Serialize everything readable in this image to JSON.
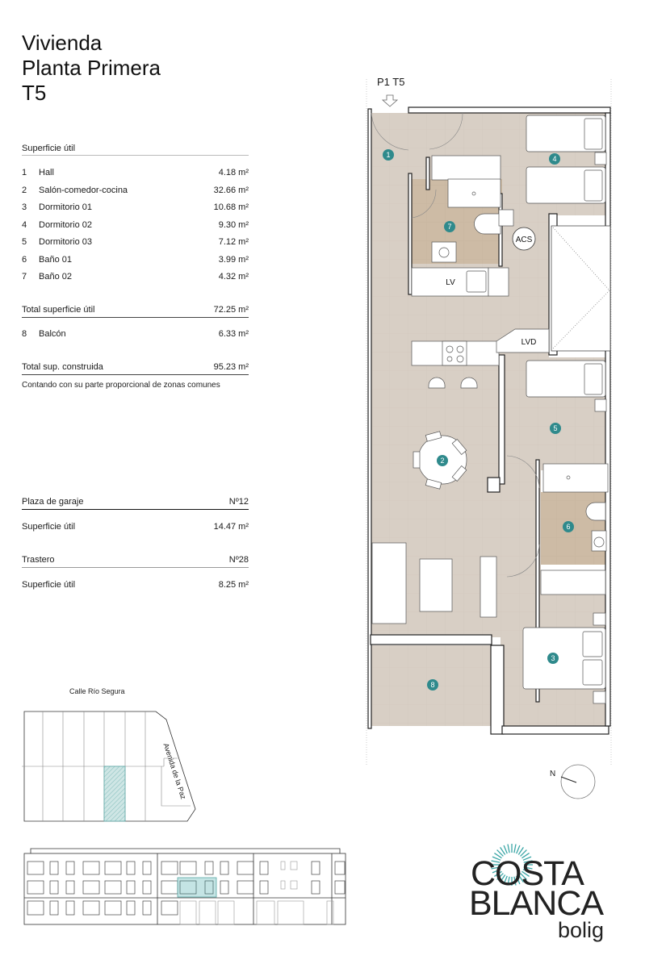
{
  "header": {
    "title_lines": [
      "Vivienda",
      "Planta Primera",
      "T5"
    ]
  },
  "surface": {
    "heading": "Superficie útil",
    "rooms": [
      {
        "num": "1",
        "label": "Hall",
        "value": "4.18 m²"
      },
      {
        "num": "2",
        "label": "Salón-comedor-cocina",
        "value": "32.66 m²"
      },
      {
        "num": "3",
        "label": "Dormitorio 01",
        "value": "10.68 m²"
      },
      {
        "num": "4",
        "label": "Dormitorio 02",
        "value": "9.30 m²"
      },
      {
        "num": "5",
        "label": "Dormitorio 03",
        "value": "7.12 m²"
      },
      {
        "num": "6",
        "label": "Baño 01",
        "value": "3.99 m²"
      },
      {
        "num": "7",
        "label": "Baño 02",
        "value": "4.32 m²"
      }
    ],
    "total_useful": {
      "label": "Total superficie útil",
      "value": "72.25 m²"
    },
    "balcony": {
      "num": "8",
      "label": "Balcón",
      "value": "6.33 m²"
    },
    "total_built": {
      "label": "Total sup. construida",
      "value": "95.23 m²"
    },
    "note": "Contando con su parte proporcional de zonas comunes"
  },
  "garage": {
    "label": "Plaza de garaje",
    "number": "Nº12",
    "surface_label": "Superficie útil",
    "surface_value": "14.47 m²"
  },
  "storage": {
    "label": "Trastero",
    "number": "Nº28",
    "surface_label": "Superficie útil",
    "surface_value": "8.25 m²"
  },
  "plan": {
    "unit_label": "P1 T5",
    "fixtures": {
      "acs": "ACS",
      "lv": "LV",
      "lvd": "LVD"
    },
    "markers": [
      "1",
      "2",
      "3",
      "4",
      "5",
      "6",
      "7",
      "8"
    ],
    "compass_label": "N"
  },
  "site": {
    "street_top": "Calle Río Segura",
    "street_side": "Avenida de la Paz"
  },
  "logo": {
    "line1": "COSTA",
    "line2": "BLANCA",
    "line3": "bolig"
  },
  "colors": {
    "floor": "#d8cfc5",
    "bath_floor": "#cdbba5",
    "marker": "#2f8a8c",
    "accent": "#3aa6a6"
  }
}
